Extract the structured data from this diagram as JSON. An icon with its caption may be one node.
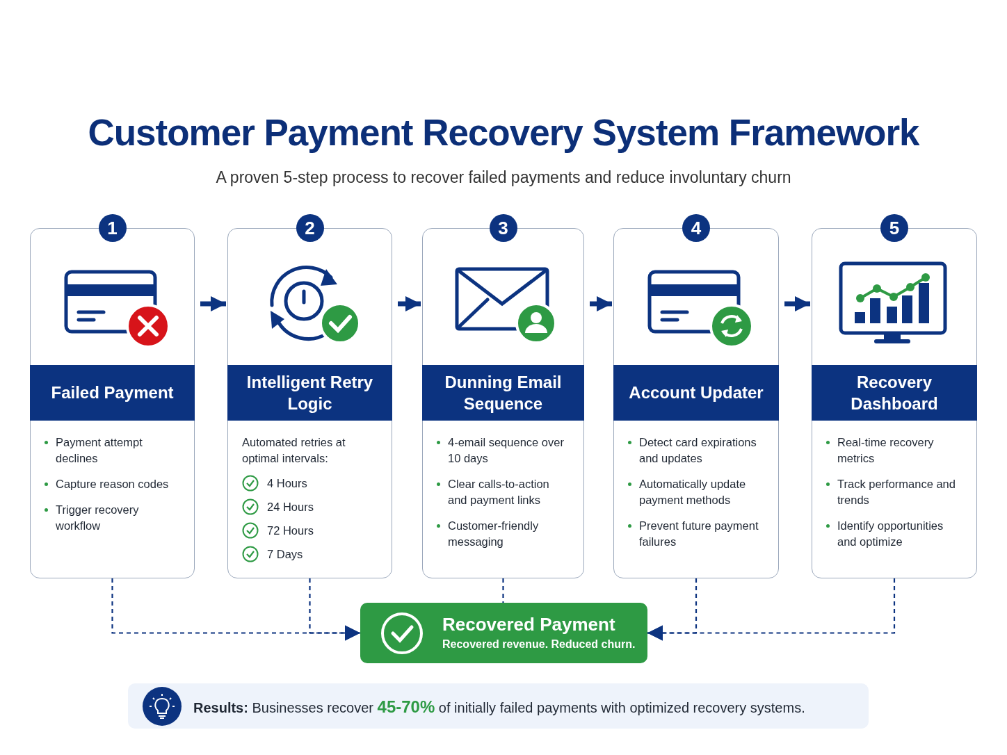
{
  "diagram": {
    "title": "Customer Payment Recovery System Framework",
    "nodes": [
      {
        "text": [
          "1",
          "Failed Payment",
          "Payment attempt declines",
          "Capture reason codes",
          "Trigger recovery workflow"
        ]
      },
      {
        "text": [
          "2",
          "Intelligent Retry Logic",
          "Automated retries at optimal intervals:",
          "4 Hours",
          "24 Hours",
          "72 Hours",
          "7 Days"
        ]
      },
      {
        "text": [
          "3",
          "Dunning Email Sequence",
          "4-email sequence over 10 days",
          "Clear calls-to-action and payment links",
          "Customer-friendly messaging"
        ]
      },
      {
        "text": [
          "4",
          "Account Updater",
          "Detect card expirations and updates",
          "Automatically update payment methods",
          "Prevent future payment failures"
        ]
      },
      {
        "text": [
          "5",
          "Recovery Dashboard",
          "Real-time recovery metrics",
          "Track performance and trends",
          "Identify opportunities and optimize"
        ]
      },
      {
        "text": [
          "Recovered Payment",
          "Recovered revenue. Reduced churn."
        ]
      },
      {
        "text": [
          "**Results:** Businesses recover **45-70%** of initially failed payments with optimized recovery systems."
        ]
      }
    ],
    "edges": [
      {
        "from": 0,
        "to": 1,
        "arrow": "to",
        "style": "thick"
      },
      {
        "from": 1,
        "to": 2,
        "arrow": "to",
        "style": "thick"
      },
      {
        "from": 2,
        "to": 3,
        "arrow": "to",
        "style": "thick"
      },
      {
        "from": 3,
        "to": 4,
        "arrow": "to",
        "style": "thick"
      },
      {
        "from": 0,
        "to": 5,
        "arrow": "to",
        "style": "dashed"
      },
      {
        "from": 1,
        "to": 5,
        "arrow": "to",
        "style": "dashed"
      },
      {
        "from": 2,
        "to": 5,
        "arrow": "none",
        "style": "dashed"
      },
      {
        "from": 3,
        "to": 5,
        "arrow": "to",
        "style": "dashed"
      },
      {
        "from": 4,
        "to": 5,
        "arrow": "to",
        "style": "dashed"
      }
    ],
    "labels": [
      "A proven 5-step process to recover failed payments and reduce involuntary churn"
    ]
  }
}
